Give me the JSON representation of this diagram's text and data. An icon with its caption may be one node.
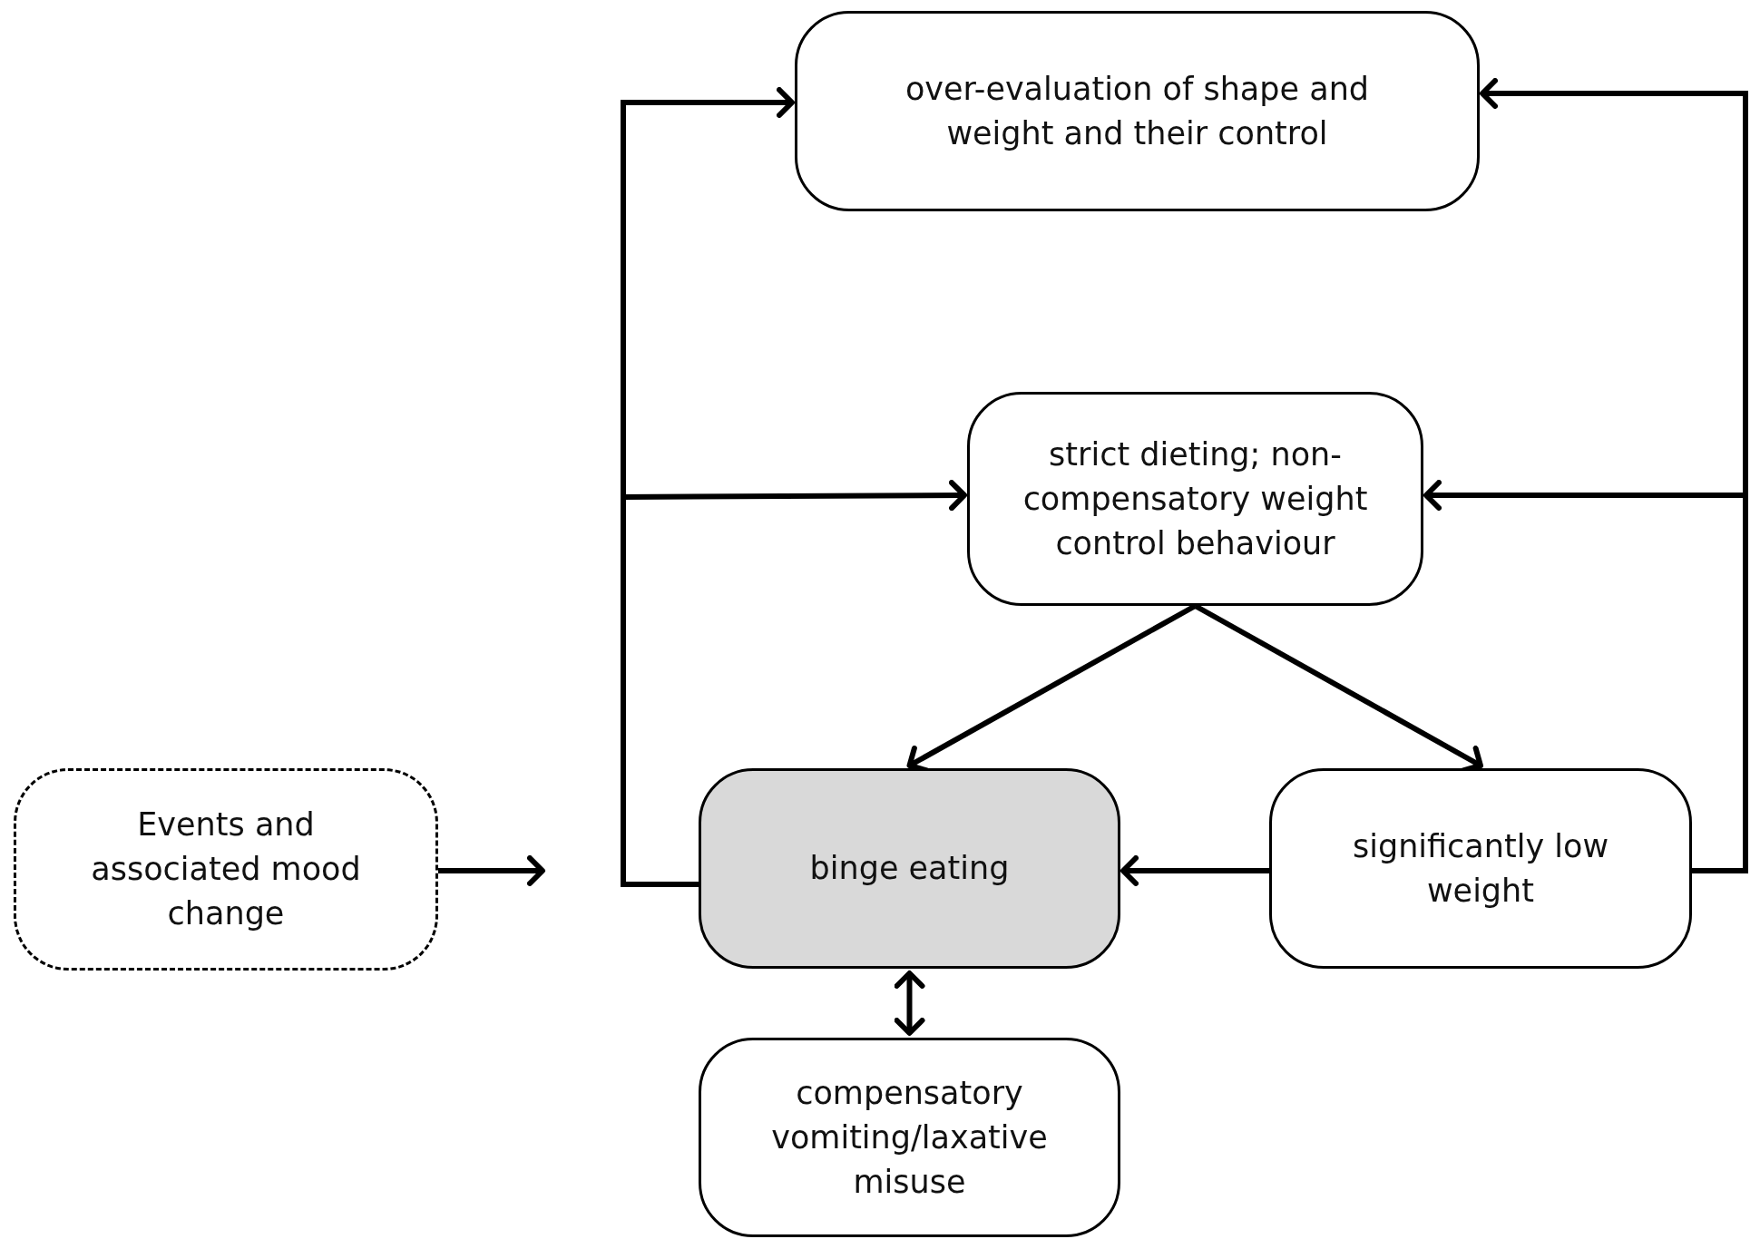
{
  "diagram": {
    "nodes": [
      {
        "text": [
          "over-evaluation of shape and weight and their control"
        ]
      },
      {
        "text": [
          "strict dieting; non-compensatory weight control behaviour"
        ]
      },
      {
        "text": [
          "Events and associated mood change"
        ]
      },
      {
        "text": [
          "binge eating"
        ]
      },
      {
        "text": [
          "significantly low weight"
        ]
      },
      {
        "text": [
          "compensatory vomiting/laxative misuse"
        ]
      }
    ],
    "edges": [
      {
        "from": 2,
        "to": null,
        "arrow": "to"
      },
      {
        "from": 3,
        "to": 0,
        "arrow": "to"
      },
      {
        "from": 3,
        "to": 1,
        "arrow": "to"
      },
      {
        "from": 1,
        "to": 3,
        "arrow": "to"
      },
      {
        "from": 1,
        "to": 4,
        "arrow": "to"
      },
      {
        "from": 4,
        "to": 3,
        "arrow": "to"
      },
      {
        "from": 4,
        "to": 0,
        "arrow": "to"
      },
      {
        "from": 4,
        "to": 1,
        "arrow": "to"
      },
      {
        "from": 3,
        "to": 5,
        "arrow": "both"
      }
    ]
  }
}
